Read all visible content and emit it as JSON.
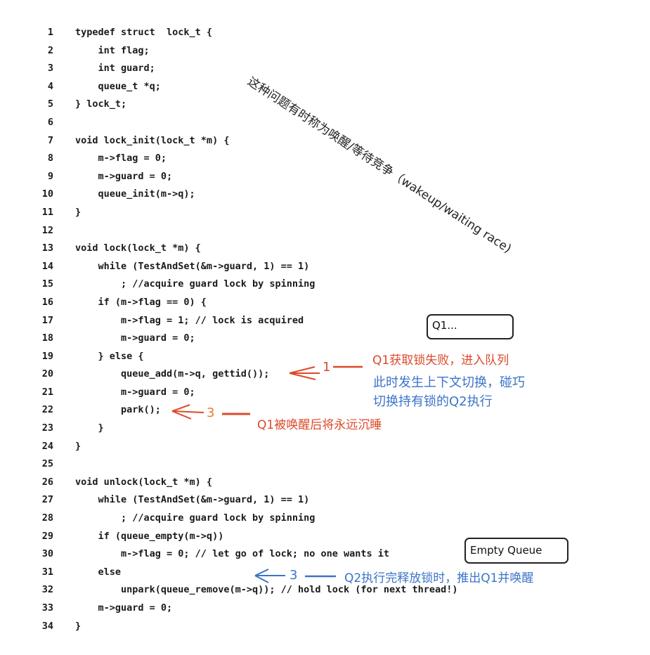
{
  "code_lines": [
    {
      "n": "1",
      "text": "typedef struct  lock_t {"
    },
    {
      "n": "2",
      "text": "    int flag;"
    },
    {
      "n": "3",
      "text": "    int guard;"
    },
    {
      "n": "4",
      "text": "    queue_t *q;"
    },
    {
      "n": "5",
      "text": "} lock_t;"
    },
    {
      "n": "6",
      "text": ""
    },
    {
      "n": "7",
      "text": "void lock_init(lock_t *m) {"
    },
    {
      "n": "8",
      "text": "    m->flag = 0;"
    },
    {
      "n": "9",
      "text": "    m->guard = 0;"
    },
    {
      "n": "10",
      "text": "    queue_init(m->q);"
    },
    {
      "n": "11",
      "text": "}"
    },
    {
      "n": "12",
      "text": ""
    },
    {
      "n": "13",
      "text": "void lock(lock_t *m) {"
    },
    {
      "n": "14",
      "text": "    while (TestAndSet(&m->guard, 1) == 1)"
    },
    {
      "n": "15",
      "text": "        ; //acquire guard lock by spinning"
    },
    {
      "n": "16",
      "text": "    if (m->flag == 0) {"
    },
    {
      "n": "17",
      "text": "        m->flag = 1; // lock is acquired"
    },
    {
      "n": "18",
      "text": "        m->guard = 0;"
    },
    {
      "n": "19",
      "text": "    } else {"
    },
    {
      "n": "20",
      "text": "        queue_add(m->q, gettid());"
    },
    {
      "n": "21",
      "text": "        m->guard = 0;"
    },
    {
      "n": "22",
      "text": "        park();"
    },
    {
      "n": "23",
      "text": "    }"
    },
    {
      "n": "24",
      "text": "}"
    },
    {
      "n": "25",
      "text": ""
    },
    {
      "n": "26",
      "text": "void unlock(lock_t *m) {"
    },
    {
      "n": "27",
      "text": "    while (TestAndSet(&m->guard, 1) == 1)"
    },
    {
      "n": "28",
      "text": "        ; //acquire guard lock by spinning"
    },
    {
      "n": "29",
      "text": "    if (queue_empty(m->q))"
    },
    {
      "n": "30",
      "text": "        m->flag = 0; // let go of lock; no one wants it"
    },
    {
      "n": "31",
      "text": "    else"
    },
    {
      "n": "32",
      "text": "        unpark(queue_remove(m->q)); // hold lock (for next thread!)"
    },
    {
      "n": "33",
      "text": "    m->guard = 0;"
    },
    {
      "n": "34",
      "text": "}"
    }
  ],
  "annotations": {
    "rotated_note": "这种问题有时称为唤醒/等待竞争（wakeup/waiting race)",
    "q1_box": "Q1...",
    "marker_1": "1",
    "q1_fail": "Q1获取锁失败，进入队列",
    "context_switch_1": "此时发生上下文切换，碰巧",
    "context_switch_2": "切换持有锁的Q2执行",
    "marker_3a": "3",
    "q1_sleep": "Q1被唤醒后将永远沉睡",
    "empty_box": "Empty Queue",
    "marker_3b": "3",
    "q2_release": "Q2执行完释放锁时，推出Q1并唤醒"
  },
  "colors": {
    "red": "#dc4a2a",
    "blue": "#3b74c7",
    "text": "#1a1a1a"
  }
}
